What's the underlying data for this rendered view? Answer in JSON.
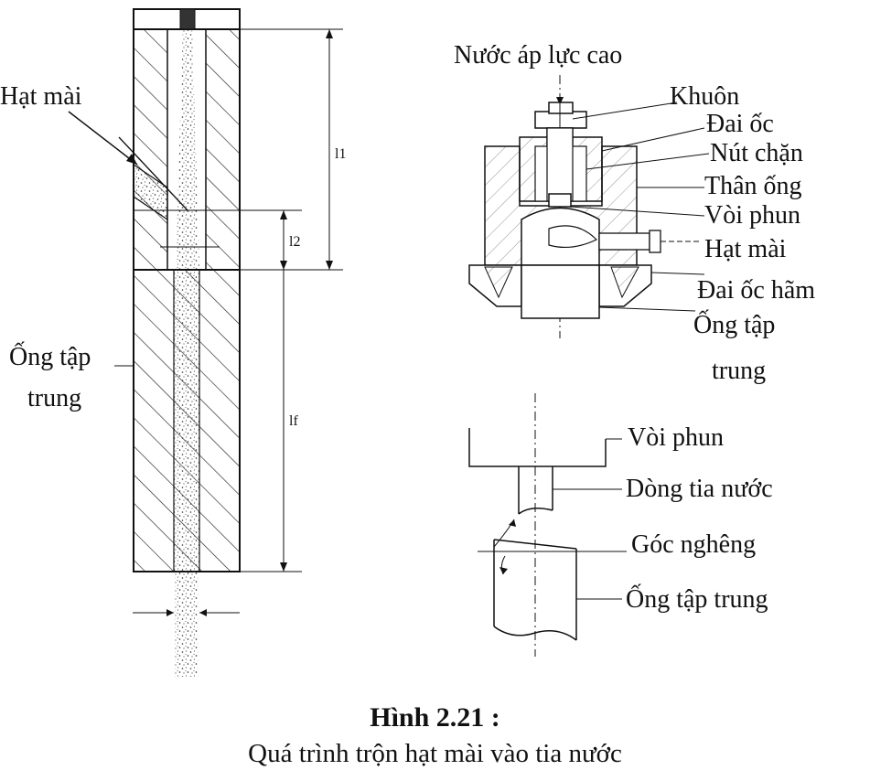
{
  "left_figure": {
    "labels": {
      "abrasive": "Hạt mài",
      "focusing_tube_line1": "Ống tập",
      "focusing_tube_line2": "trung",
      "dim_l1": "l1",
      "dim_l2": "l2",
      "dim_lf": "lf"
    }
  },
  "right_top_figure": {
    "labels": {
      "high_pressure_water": "Nước áp lực cao",
      "mold": "Khuôn",
      "nut": "Đai ốc",
      "plug": "Nút chặn",
      "tube_body": "Thân ống",
      "nozzle": "Vòi phun",
      "abrasive": "Hạt mài",
      "lock_nut": "Đai ốc hãm",
      "focusing_tube_line1": "Ống tập",
      "focusing_tube_line2": "trung"
    }
  },
  "right_bottom_figure": {
    "labels": {
      "nozzle": "Vòi phun",
      "water_jet": "Dòng tia nước",
      "tilt_angle": "Góc nghêng",
      "focusing_tube": "Ống tập trung"
    }
  },
  "caption": {
    "title": "Hình 2.21 :",
    "subtitle": "Quá trình trộn hạt mài vào tia nước"
  }
}
